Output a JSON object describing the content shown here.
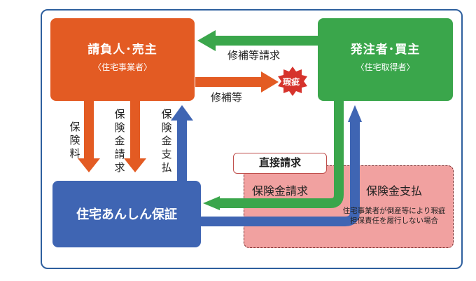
{
  "nodes": {
    "contractor": {
      "title": "請負人･売主",
      "subtitle": "〈住宅事業者〉"
    },
    "orderer": {
      "title": "発注者･買主",
      "subtitle": "〈住宅取得者〉"
    },
    "insurance": {
      "title": "住宅あんしん保証"
    }
  },
  "labels": {
    "repair_request": "修補等請求",
    "repair": "修補等",
    "defect": "瑕疵",
    "premium": "保険料",
    "claim": "保険金請求",
    "payment": "保険金支払",
    "direct_claim": "直接請求",
    "direct_claim_label": "保険金請求",
    "direct_payment_label": "保険金支払",
    "note": "住宅事業者が倒産等により瑕疵担保責任を履行しない場合"
  },
  "colors": {
    "contractor": "#e35b23",
    "orderer": "#3aa64b",
    "insurance": "#3f65b3",
    "defect_badge": "#d6332c",
    "direct_area": "#f1a1a0",
    "frame": "#2e5f9e"
  }
}
